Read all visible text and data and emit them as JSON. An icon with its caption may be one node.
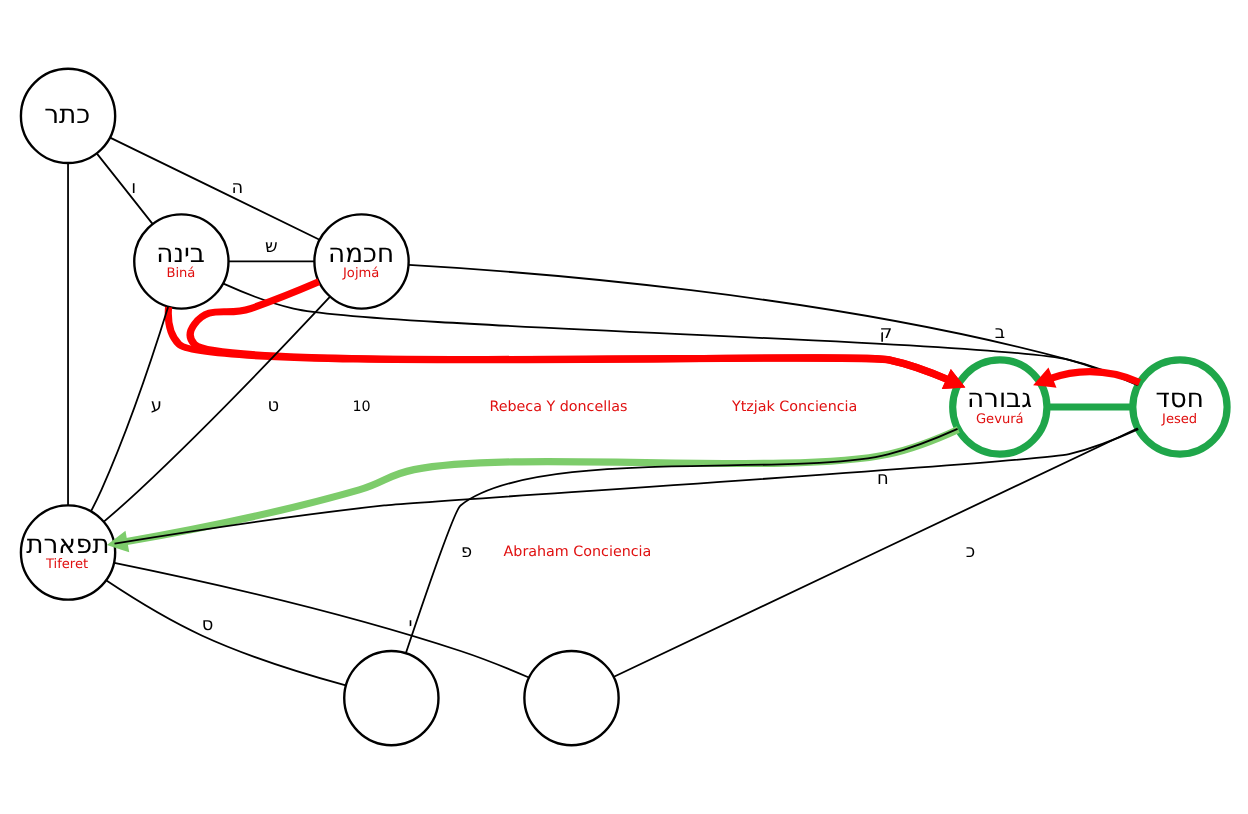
{
  "diagram": {
    "nodes": [
      {
        "text": [
          "כתר"
        ]
      },
      {
        "text": [
          "בינה",
          "Biná"
        ]
      },
      {
        "text": [
          "חכמה",
          "Jojmá"
        ]
      },
      {
        "text": [
          "גבורה",
          "Gevurá"
        ]
      },
      {
        "text": [
          "חסד",
          "Jesed"
        ]
      },
      {
        "text": [
          "תפארת",
          "Tiferet"
        ]
      },
      {
        "text": [],
        "shape": "circle"
      },
      {
        "text": [],
        "shape": "circle"
      }
    ],
    "edges": [
      {
        "from": 0,
        "to": 1,
        "arrow": "none",
        "label": "ו"
      },
      {
        "from": 0,
        "to": 2,
        "arrow": "none",
        "label": "ה"
      },
      {
        "from": 1,
        "to": 2,
        "arrow": "none",
        "label": "ש"
      },
      {
        "from": 0,
        "to": 5,
        "arrow": "none"
      },
      {
        "from": 1,
        "to": 4,
        "arrow": "none",
        "label": "ק"
      },
      {
        "from": 1,
        "to": 5,
        "arrow": "none",
        "label": "ע"
      },
      {
        "from": 2,
        "to": 5,
        "arrow": "none",
        "label": "ט"
      },
      {
        "from": 2,
        "to": 4,
        "arrow": "none",
        "label": "ב"
      },
      {
        "from": 4,
        "to": 5,
        "arrow": "none",
        "label": "ח"
      },
      {
        "from": 3,
        "to": 4,
        "arrow": "none",
        "color": "#1fa64a",
        "style": "thick"
      },
      {
        "from": 1,
        "to": 3,
        "arrow": "to",
        "style": "thick",
        "color": "#ff0000"
      },
      {
        "from": 2,
        "to": 3,
        "arrow": "to",
        "style": "thick",
        "color": "#ff0000"
      },
      {
        "from": 4,
        "to": 3,
        "arrow": "to",
        "style": "thick",
        "color": "#ff0000"
      },
      {
        "from": 3,
        "to": 5,
        "arrow": "to",
        "style": "thick",
        "color": "#7dcc6b"
      },
      {
        "from": 3,
        "to": 6,
        "arrow": "none",
        "label": "פ"
      },
      {
        "from": 5,
        "to": 6,
        "arrow": "none",
        "label": "ס"
      },
      {
        "from": 5,
        "to": 7,
        "arrow": "none",
        "label": "י"
      },
      {
        "from": 4,
        "to": 7,
        "arrow": "none",
        "label": "כ"
      }
    ],
    "labels": [
      "10",
      "Rebeca Y doncellas",
      "Ytzjak Conciencia",
      "Abraham Conciencia"
    ]
  }
}
